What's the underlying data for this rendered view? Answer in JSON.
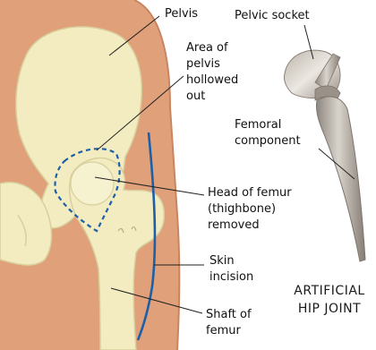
{
  "labels": {
    "pelvis": "Pelvis",
    "area_line1": "Area of",
    "area_line2": "pelvis",
    "area_line3": "hollowed",
    "area_line4": "out",
    "head_line1": "Head of femur",
    "head_line2": "(thighbone)",
    "head_line3": "removed",
    "skin_line1": "Skin",
    "skin_line2": "incision",
    "shaft_line1": "Shaft of",
    "shaft_line2": "femur",
    "socket": "Pelvic socket",
    "femoral_line1": "Femoral",
    "femoral_line2": "component",
    "caption_line1": "ARTIFICIAL",
    "caption_line2": "HIP JOINT"
  },
  "colors": {
    "skin": "#e0a07a",
    "bone": "#f2ecc0",
    "bone_outline": "#d8cf9c",
    "incision": "#1d5fa8",
    "hollow_outline": "#1d5fa8",
    "implant_metal": "#a9a29a",
    "leader_line": "#222222"
  }
}
